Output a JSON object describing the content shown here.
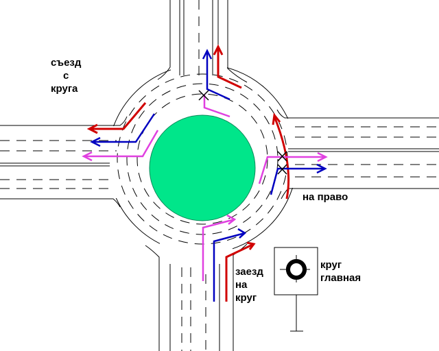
{
  "labels": {
    "exit_line1": "съезд",
    "exit_line2": "с",
    "exit_line3": "круга",
    "right_turn": "на право",
    "entry_line1": "заезд",
    "entry_line2": "на",
    "entry_line3": "круг",
    "sign_line1": "круг",
    "sign_line2": "главная"
  },
  "colors": {
    "island": "#00e68a",
    "red_path": "#d00000",
    "blue_path": "#0000c0",
    "magenta_path": "#e040e0"
  }
}
